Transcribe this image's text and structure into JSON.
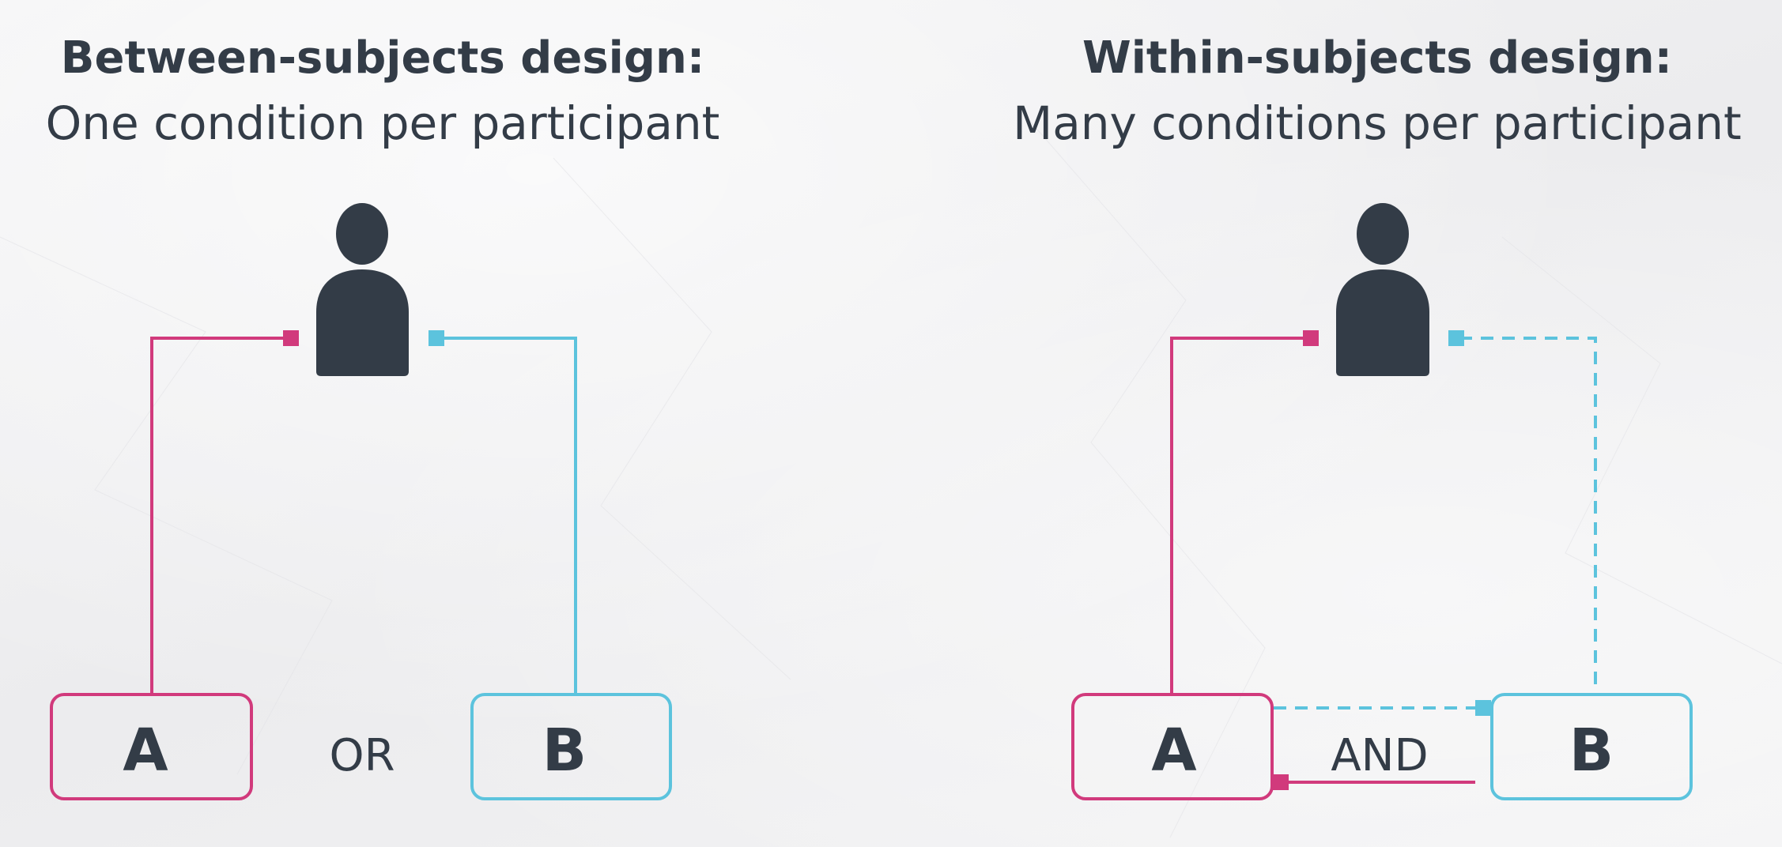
{
  "colors": {
    "text": "#333c47",
    "person": "#333c47",
    "magenta": "#d13a7c",
    "cyan": "#5cc3dd"
  },
  "left_panel": {
    "title": "Between-subjects design:",
    "subtitle": "One condition per participant",
    "box_a_label": "A",
    "box_b_label": "B",
    "connector_label": "OR",
    "person_icon": "person-icon"
  },
  "right_panel": {
    "title": "Within-subjects design:",
    "subtitle": "Many conditions per participant",
    "box_a_label": "A",
    "box_b_label": "B",
    "connector_label": "AND",
    "person_icon": "person-icon"
  }
}
